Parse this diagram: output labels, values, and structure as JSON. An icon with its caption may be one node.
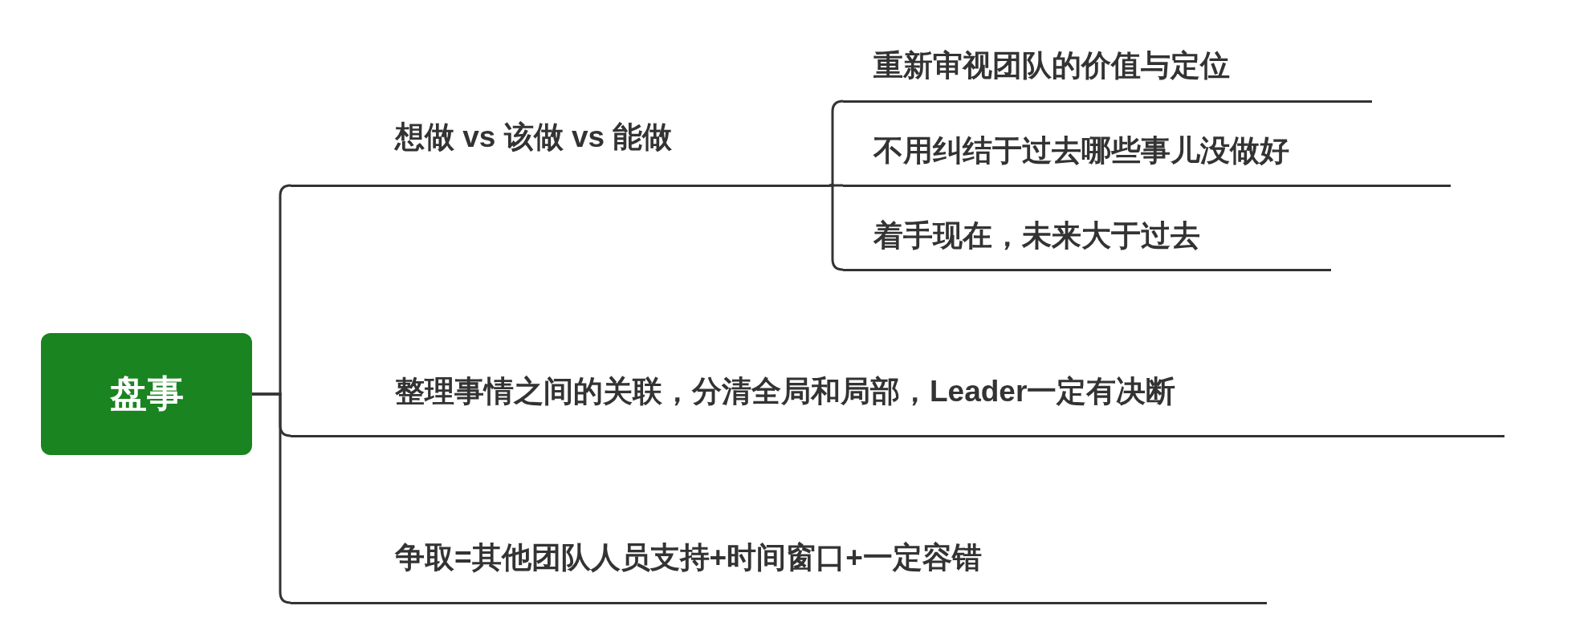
{
  "diagram": {
    "nodes": [
      {
        "text": [
          "盘事"
        ]
      },
      {
        "text": [
          "想做 vs 该做 vs 能做"
        ]
      },
      {
        "text": [
          "整理事情之间的关联，分清全局和局部，Leader一定有决断"
        ]
      },
      {
        "text": [
          "争取=其他团队人员支持+时间窗口+一定容错"
        ]
      },
      {
        "text": [
          "重新审视团队的价值与定位"
        ]
      },
      {
        "text": [
          "不用纠结于过去哪些事儿没做好"
        ]
      },
      {
        "text": [
          "着手现在，未来大于过去"
        ]
      }
    ],
    "edges": [
      {
        "from": 0,
        "to": 1,
        "arrow": "none"
      },
      {
        "from": 0,
        "to": 2,
        "arrow": "none"
      },
      {
        "from": 0,
        "to": 3,
        "arrow": "none"
      },
      {
        "from": 1,
        "to": 4,
        "arrow": "none"
      },
      {
        "from": 1,
        "to": 5,
        "arrow": "none"
      },
      {
        "from": 1,
        "to": 6,
        "arrow": "none"
      }
    ]
  }
}
